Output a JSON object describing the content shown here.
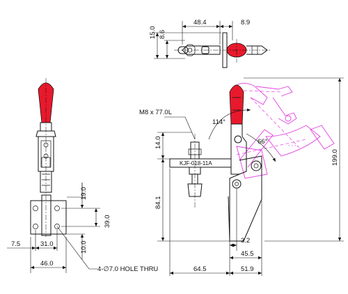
{
  "colors": {
    "handle": "#e8192c",
    "alt_position": "#e040e0",
    "line": "#111111"
  },
  "top_view": {
    "dim_48_4": "48.4",
    "dim_8_9": "8.9",
    "dim_15_0": "15.0",
    "dim_8_6": "8.6"
  },
  "side_view": {
    "bolt_label": "M8 x 77.0L",
    "part_label": "KJF-018-11A",
    "angle_114": "114°",
    "angle_66": "66°",
    "dim_14_0": "14.0",
    "dim_84_1": "84.1",
    "dim_199_0": "199.0",
    "dim_3_2": "3.2",
    "dim_45_5": "45.5",
    "dim_64_5": "64.5",
    "dim_51_9": "51.9"
  },
  "front_view": {
    "dim_19_0": "19.0",
    "dim_39_0": "39.0",
    "dim_10_0": "10.0",
    "dim_7_5": "7.5",
    "dim_31_0": "31.0",
    "dim_46_0": "46.0",
    "hole_note": "4-∅7.0 HOLE THRU"
  }
}
